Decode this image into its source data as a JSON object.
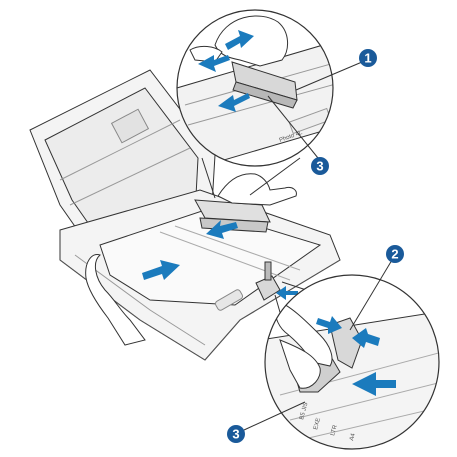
{
  "colors": {
    "arrow": "#1b7bbd",
    "callout": "#1a5a9a",
    "line": "#333333",
    "tray": "#f4f4f4",
    "tray_shadow": "#d9d9d9",
    "guide": "#cfcfcf"
  },
  "callouts": {
    "top_right": "1",
    "upper_mid": "3",
    "right_mid": "2",
    "bottom_left": "3"
  },
  "tray_labels": {
    "photo_guide": "Photo 4L",
    "size_b5": "B5 JIS",
    "size_exe": "EXE",
    "size_ltr": "LTR",
    "size_a4": "A4"
  }
}
